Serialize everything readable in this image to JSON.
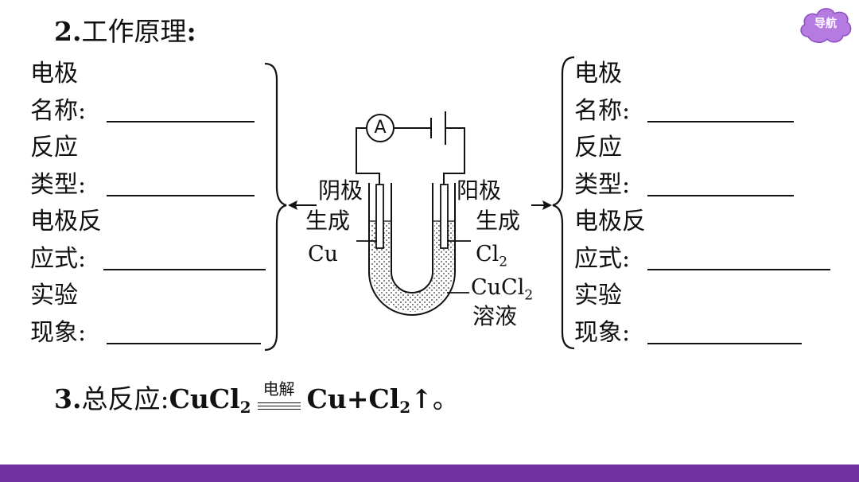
{
  "heading": {
    "number": "2.",
    "title": "工作原理",
    "colon": ":"
  },
  "nav": {
    "label": "导航"
  },
  "left_panel": {
    "lines": [
      {
        "text": "电极",
        "blank": false
      },
      {
        "text": "名称:",
        "blank": true
      },
      {
        "text": "反应",
        "blank": false
      },
      {
        "text": "类型:",
        "blank": true
      },
      {
        "text": "电极反",
        "blank": false
      },
      {
        "text": "应式:",
        "blank": true
      },
      {
        "text": "实验",
        "blank": false
      },
      {
        "text": "现象:",
        "blank": true
      }
    ]
  },
  "right_panel": {
    "lines": [
      {
        "text": "电极",
        "blank": false
      },
      {
        "text": "名称:",
        "blank": true
      },
      {
        "text": "反应",
        "blank": false
      },
      {
        "text": "类型:",
        "blank": true
      },
      {
        "text": "电极反",
        "blank": false
      },
      {
        "text": "应式:",
        "blank": true
      },
      {
        "text": "实验",
        "blank": false
      },
      {
        "text": "现象:",
        "blank": true
      }
    ]
  },
  "diagram": {
    "ammeter_symbol": "A",
    "cathode_label": "阴极",
    "cathode_product_prefix": "生成",
    "cathode_product": "Cu",
    "anode_label": "阳极",
    "anode_product_prefix": "生成",
    "anode_product": "Cl",
    "anode_product_sub": "2",
    "solution_formula": "CuCl",
    "solution_formula_sub": "2",
    "solution_word": "溶液"
  },
  "equation": {
    "number": "3.",
    "label": "总反应:",
    "reactant": "CuCl",
    "reactant_sub": "2",
    "condition": "电解",
    "product_1": "Cu",
    "plus": "+",
    "product_2": "Cl",
    "product_2_sub": "2",
    "gas_arrow": "↑",
    "end_mark": "。"
  },
  "colors": {
    "footer": "#7030a0",
    "nav_cloud": "#b57be0"
  }
}
